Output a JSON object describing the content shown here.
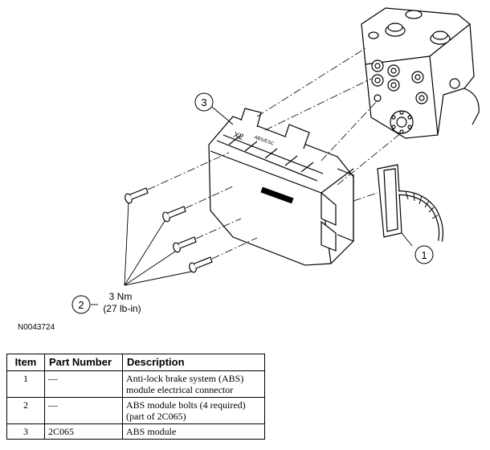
{
  "diagram": {
    "callouts": [
      "1",
      "2",
      "3"
    ],
    "torque_value": "3 Nm",
    "torque_imperial": "(27 lb-in)",
    "module_marking_x2": "X2",
    "module_marking_brand": "ABS/ESC",
    "figure_id": "N0043724"
  },
  "table": {
    "headers": [
      "Item",
      "Part Number",
      "Description"
    ],
    "rows": [
      {
        "item": "1",
        "part_number": "—",
        "description": "Anti-lock brake system (ABS) module electrical connector"
      },
      {
        "item": "2",
        "part_number": "—",
        "description": "ABS module bolts (4 required) (part of 2C065)"
      },
      {
        "item": "3",
        "part_number": "2C065",
        "description": "ABS module"
      }
    ]
  }
}
